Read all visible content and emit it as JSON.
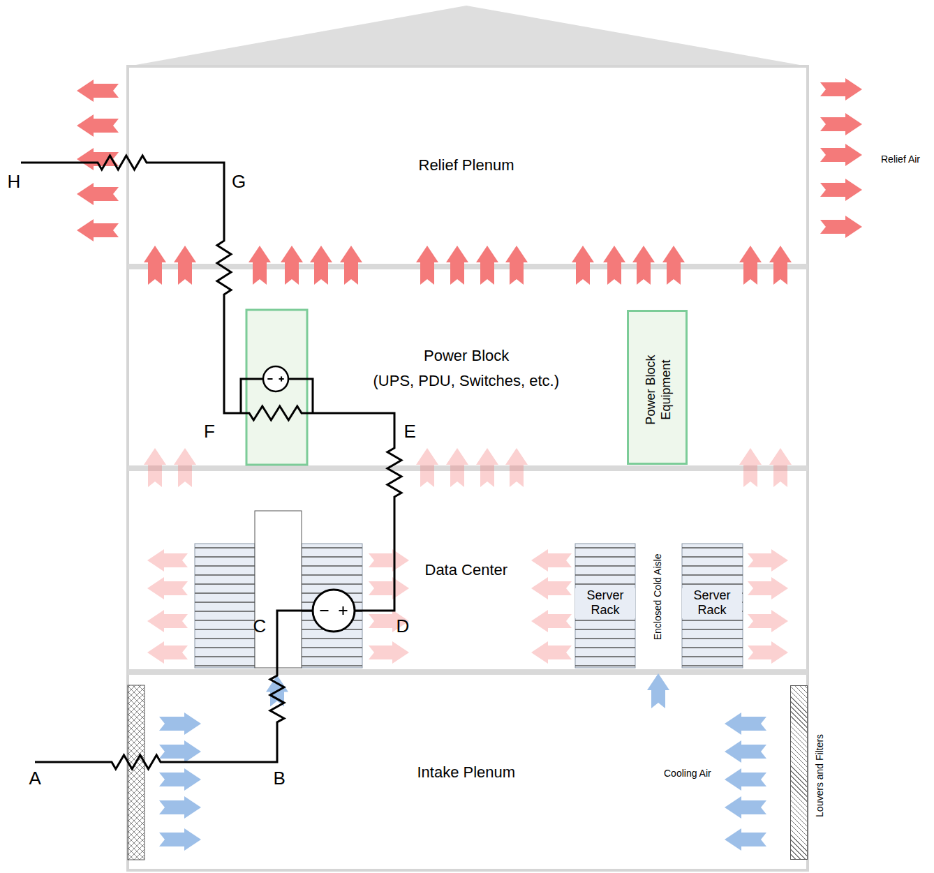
{
  "diagram": {
    "nodes": [
      {
        "text": [
          "Relief Plenum"
        ]
      },
      {
        "text": [
          "Power Block",
          "(UPS, PDU, Switches, etc.)"
        ]
      },
      {
        "text": [
          "Power Block Equipment"
        ],
        "in": 1
      },
      {
        "text": [
          "Data Center"
        ]
      },
      {
        "text": [
          "Server Rack"
        ],
        "in": 3
      },
      {
        "text": [
          "Enclosed Cold Aisle"
        ],
        "in": 3
      },
      {
        "text": [
          "Server Rack"
        ],
        "in": 3
      },
      {
        "text": [
          "Intake Plenum"
        ]
      },
      {
        "text": [
          "Louvers and Filters"
        ],
        "in": 7
      }
    ],
    "labels": [
      "A",
      "B",
      "C",
      "D",
      "E",
      "F",
      "G",
      "H",
      "Relief Air",
      "Cooling Air"
    ]
  }
}
